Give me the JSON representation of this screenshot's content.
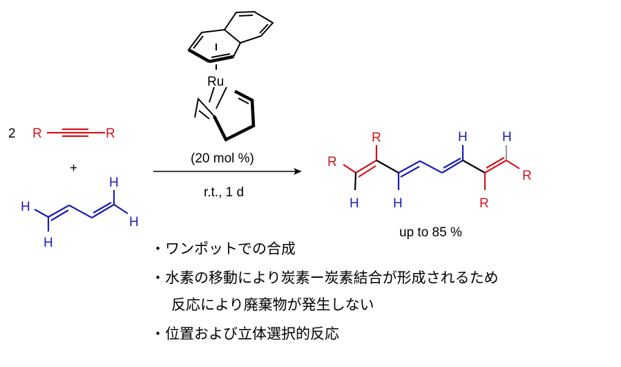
{
  "colors": {
    "red": "#d0141c",
    "blue": "#1a1ab4",
    "black": "#000000"
  },
  "reactants": {
    "coefficient": "2",
    "alkyne_left": "R",
    "alkyne_right": "R",
    "plus": "+",
    "diene_h": [
      "H",
      "H",
      "H",
      "H"
    ]
  },
  "catalyst": {
    "metal": "Ru",
    "loading": "(20 mol %)"
  },
  "conditions": "r.t., 1 d",
  "product": {
    "r_labels": [
      "R",
      "R",
      "R",
      "R"
    ],
    "h_labels": [
      "H",
      "H",
      "H",
      "H"
    ],
    "yield": "up to 85 %"
  },
  "bullets": [
    "・ワンポットでの合成",
    "・水素の移動により炭素ー炭素結合が形成されるため",
    "反応により廃棄物が発生しない",
    "・位置および立体選択的反応"
  ]
}
